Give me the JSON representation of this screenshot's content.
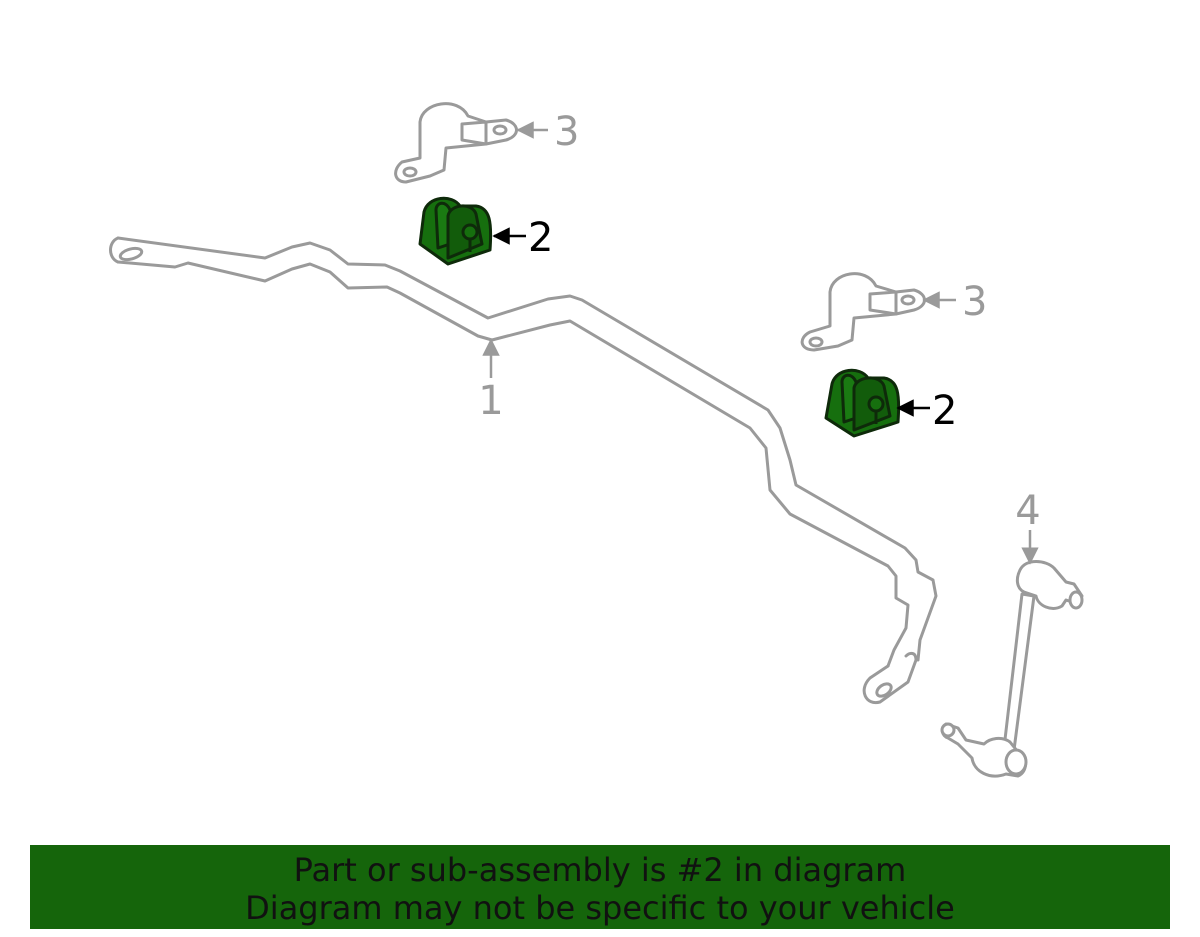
{
  "colors": {
    "outline": "#9a9a9a",
    "highlight_fill": "#166f0e",
    "highlight_stroke": "#0e2a0a",
    "highlight_label": "#000000",
    "banner_background": "#15650b"
  },
  "callouts": {
    "stabilizer_bar": "1",
    "bushing_upper": "2",
    "bushing_lower": "2",
    "bracket_upper": "3",
    "bracket_lower": "3",
    "link": "4"
  },
  "banner": {
    "line1": "Part or sub-assembly is #2 in diagram",
    "line2": "Diagram may not be specific to your vehicle"
  }
}
